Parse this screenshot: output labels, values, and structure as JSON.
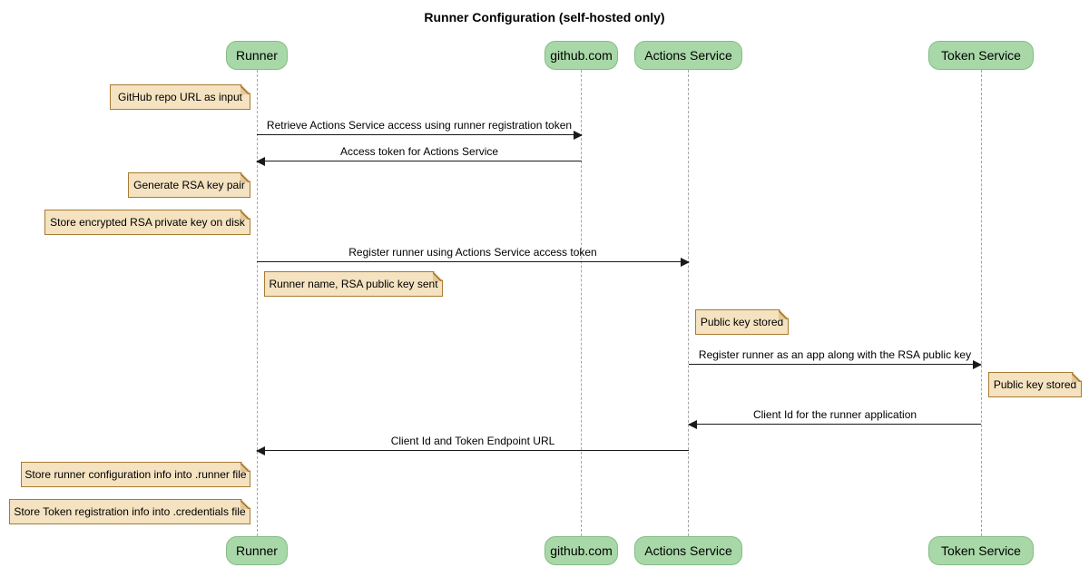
{
  "title": "Runner Configuration (self-hosted only)",
  "participants": [
    {
      "label": "Runner"
    },
    {
      "label": "github.com"
    },
    {
      "label": "Actions Service"
    },
    {
      "label": "Token Service"
    }
  ],
  "messages": [
    {
      "from": "Runner",
      "to": "github.com",
      "direction": "right",
      "label": "Retrieve Actions Service access using runner registration token"
    },
    {
      "from": "github.com",
      "to": "Runner",
      "direction": "left",
      "label": "Access token for Actions Service"
    },
    {
      "from": "Runner",
      "to": "Actions Service",
      "direction": "right",
      "label": "Register runner using Actions Service access token"
    },
    {
      "from": "Actions Service",
      "to": "Token Service",
      "direction": "right",
      "label": "Register runner as an app along with the RSA public key"
    },
    {
      "from": "Token Service",
      "to": "Actions Service",
      "direction": "left",
      "label": "Client Id for the runner application"
    },
    {
      "from": "Actions Service",
      "to": "Runner",
      "direction": "left",
      "label": "Client Id and Token Endpoint URL"
    }
  ],
  "notes": [
    {
      "text": "GitHub repo URL as input",
      "position": "left of Runner"
    },
    {
      "text": "Generate RSA key pair",
      "position": "left of Runner"
    },
    {
      "text": "Store encrypted RSA private key on disk",
      "position": "left of Runner"
    },
    {
      "text": "Runner name, RSA public key sent",
      "position": "right of Runner"
    },
    {
      "text": "Public key stored",
      "position": "right of Actions Service"
    },
    {
      "text": "Public key stored",
      "position": "right of Token Service"
    },
    {
      "text": "Store runner configuration info into .runner file",
      "position": "left of Runner"
    },
    {
      "text": "Store Token registration info into .credentials file",
      "position": "left of Runner"
    }
  ],
  "colors": {
    "participant_fill": "#A8D8A8",
    "participant_border": "#84BC84",
    "note_fill": "#F4E2C0",
    "note_border": "#A97B32",
    "note_fold": "#E3C896",
    "lifeline": "#A5A5A5",
    "arrow": "#1A1A1A",
    "background": "#FFFFFF",
    "text": "#000000"
  }
}
